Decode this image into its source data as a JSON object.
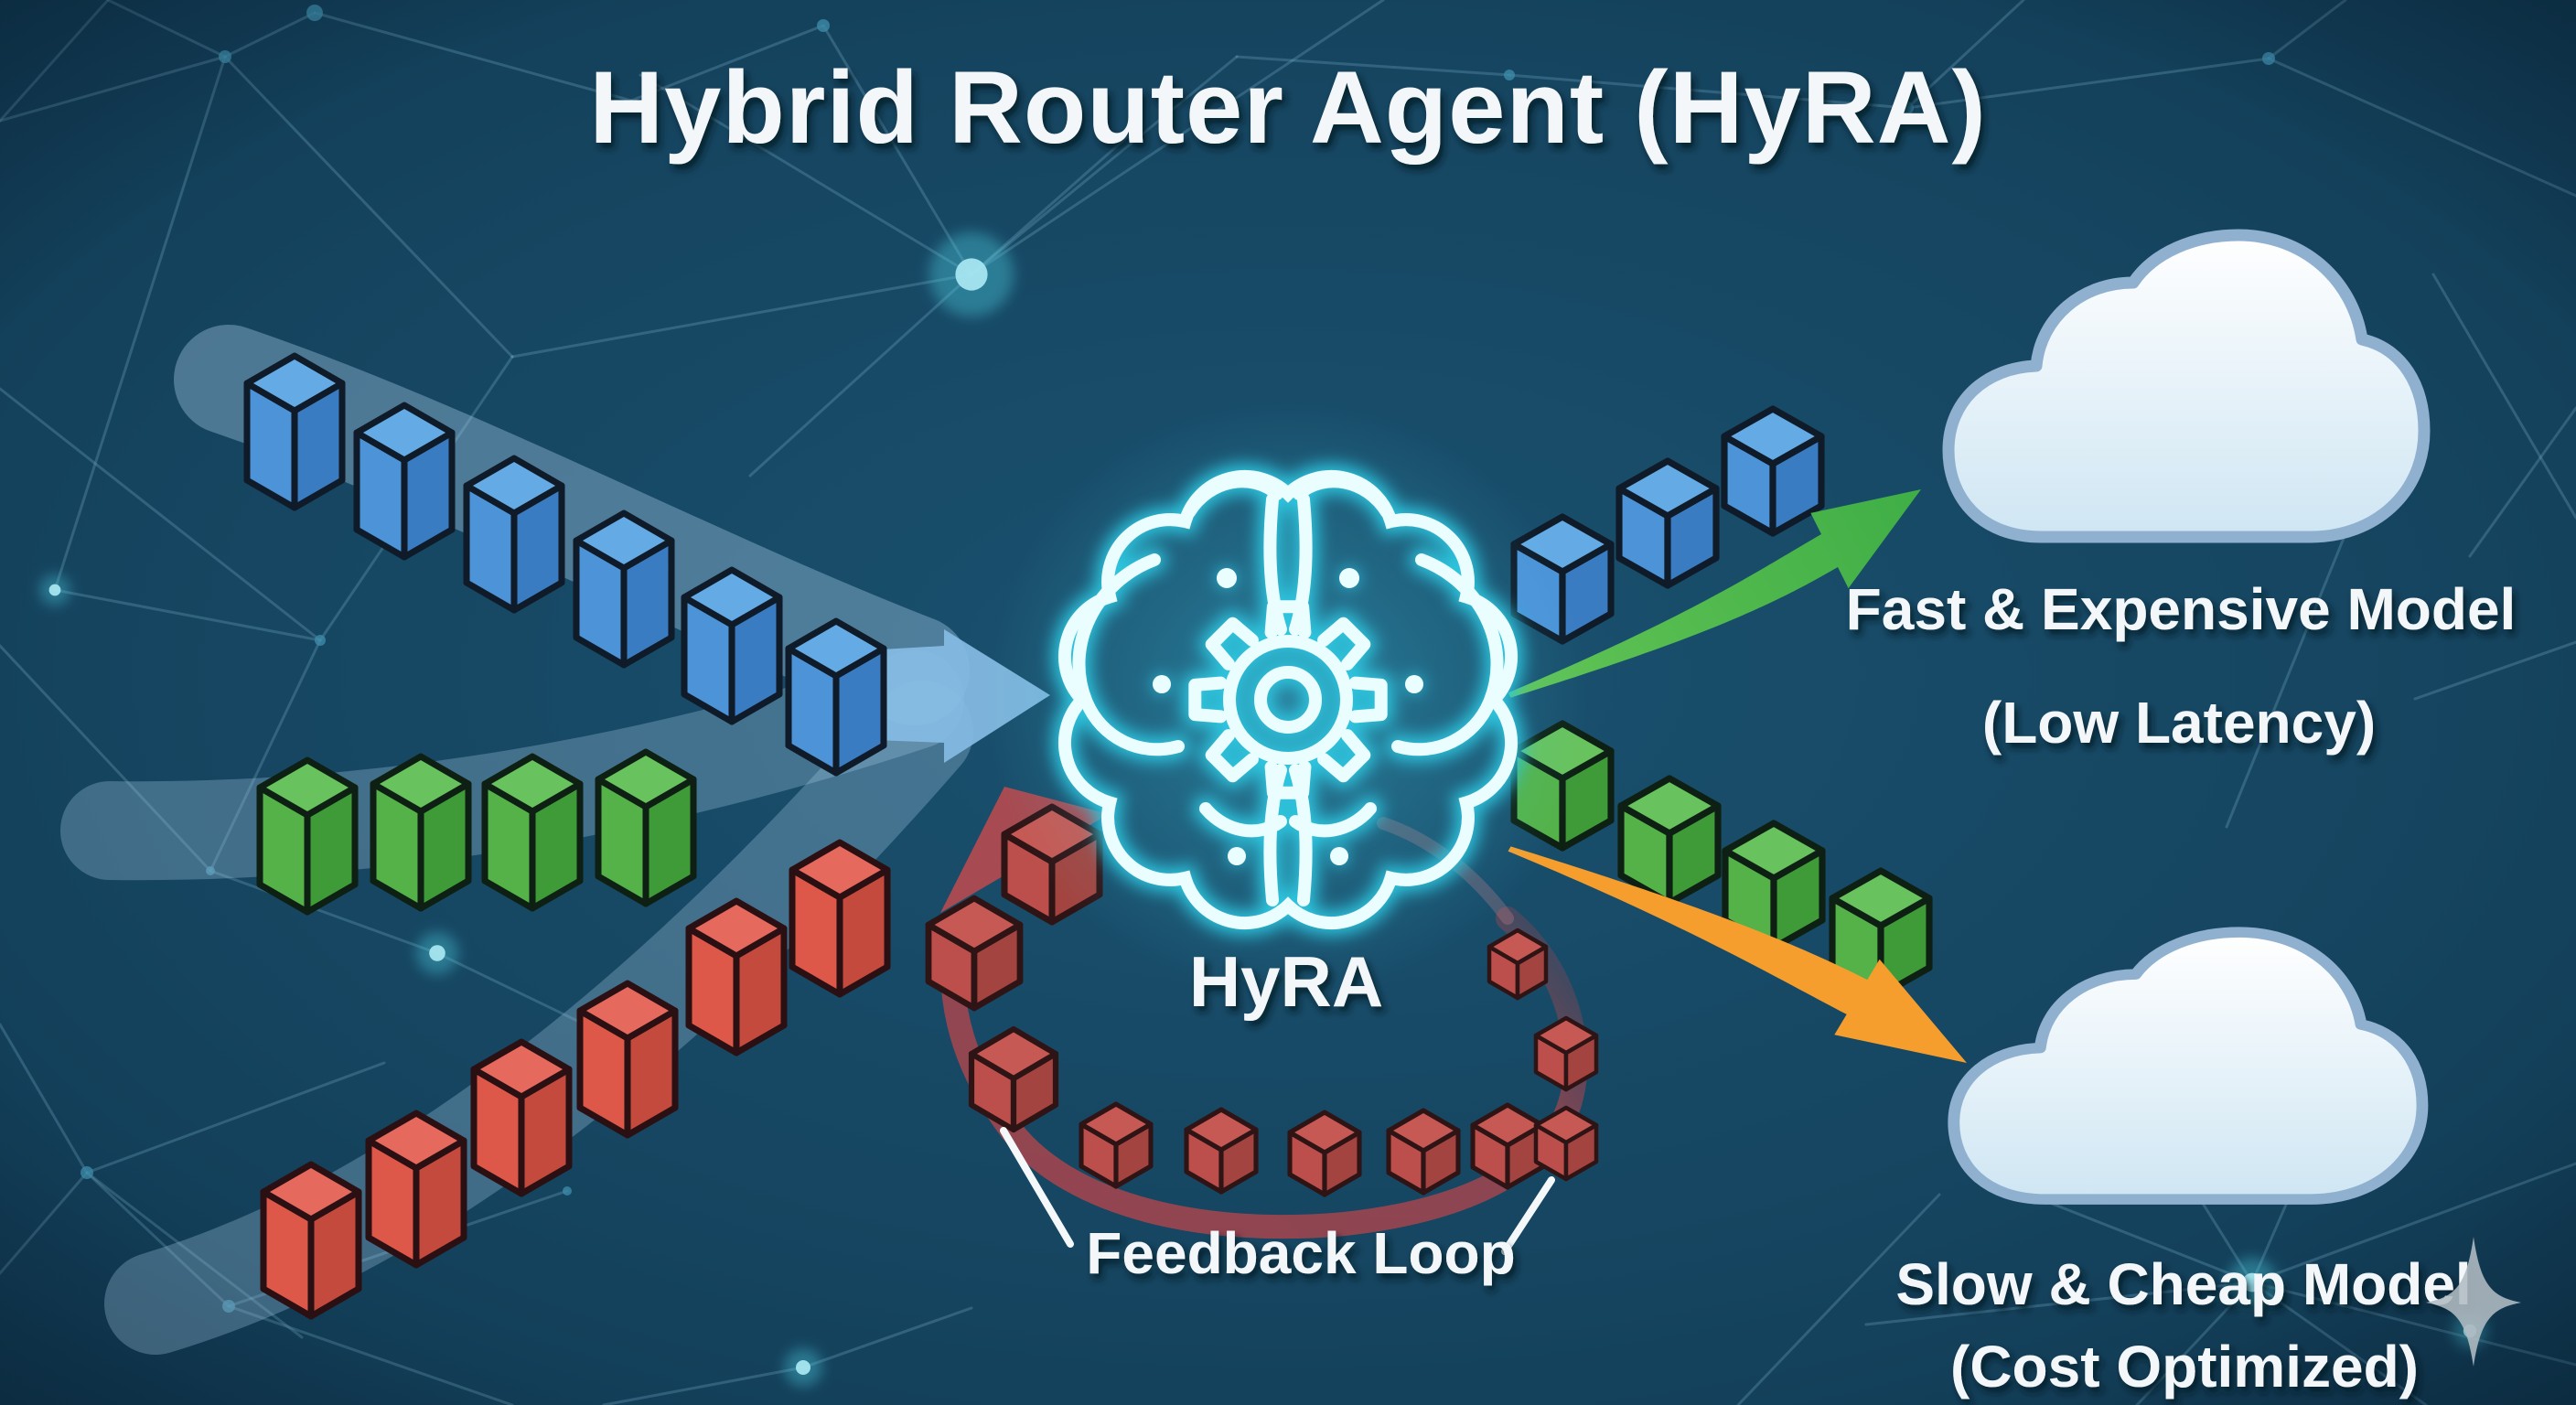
{
  "title": "Hybrid Router Agent (HyRA)",
  "agent": {
    "label": "HyRA",
    "icon": "brain-gear-icon"
  },
  "feedback": {
    "label": "Feedback Loop",
    "cube_count": 11
  },
  "outputs": {
    "fast": {
      "line1": "Fast & Expensive Model",
      "line2": "(Low Latency)",
      "icon": "cloud-icon",
      "arrow_icon": "green-up-arrow-icon",
      "cube_count": 3,
      "cube_color": "cube_blue"
    },
    "slow": {
      "line1": "Slow & Cheap Model",
      "line2": "(Cost Optimized)",
      "icon": "cloud-icon",
      "arrow_icon": "orange-down-arrow-icon",
      "cube_count": 4,
      "cube_color": "cube_green"
    }
  },
  "inputs": {
    "blue_tasks": {
      "count": 6,
      "cube_color": "cube_blue"
    },
    "green_tasks": {
      "count": 4,
      "cube_color": "cube_green"
    },
    "red_tasks": {
      "count": 6,
      "cube_color": "cube_red"
    }
  },
  "decor": {
    "sparkle": "sparkle-icon",
    "network": "network-mesh"
  },
  "colors": {
    "bg_center": "#1a5270",
    "bg_mid": "#15445f",
    "bg_edge": "#0d3048",
    "network_line": "#7fb3cc",
    "node_dot": "#3c8aa8",
    "glow_dot": "#49c8dc",
    "stream_band": "#a9cde9",
    "stream_arrow": "#85bce4",
    "neon_core": "#eafdff",
    "neon_glow": "#2fc9e2",
    "cube_blue": {
      "top": "#64abe6",
      "left": "#4c93d8",
      "right": "#3a7cc2",
      "outline": "#0f1b29"
    },
    "cube_green": {
      "top": "#68c25d",
      "left": "#54b249",
      "right": "#3f9a38",
      "outline": "#0e2013"
    },
    "cube_red": {
      "top": "#e5695d",
      "left": "#dd5849",
      "right": "#c44a3e",
      "outline": "#2b1013"
    },
    "cube_loop": {
      "top": "#c65954",
      "left": "#bc4f4b",
      "right": "#a34440",
      "outline": "#2f1416"
    },
    "loop_arc": "#a8454d",
    "arrow_green": "#4db94b",
    "arrow_orange": "#f59e2e",
    "cloud_top": "#ffffff",
    "cloud_bottom": "#cfe6f3",
    "cloud_outline": "#8fb0cf",
    "text": "#f3f7fa",
    "sparkle": "#b2bcc3"
  }
}
